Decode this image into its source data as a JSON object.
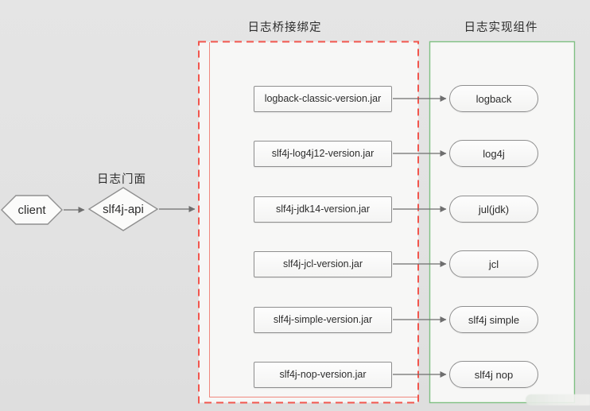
{
  "diagram": {
    "facade_label": "日志门面",
    "bridge_label": "日志桥接绑定",
    "impl_label": "日志实现组件",
    "client_label": "client",
    "api_label": "slf4j-api"
  },
  "rows": [
    {
      "jar": "logback-classic-version.jar",
      "impl": "logback"
    },
    {
      "jar": "slf4j-log4j12-version.jar",
      "impl": "log4j"
    },
    {
      "jar": "slf4j-jdk14-version.jar",
      "impl": "jul(jdk)"
    },
    {
      "jar": "slf4j-jcl-version.jar",
      "impl": "jcl"
    },
    {
      "jar": "slf4j-simple-version.jar",
      "impl": "slf4j simple"
    },
    {
      "jar": "slf4j-nop-version.jar",
      "impl": "slf4j nop"
    }
  ],
  "colors": {
    "background": "#e2e2e2",
    "panel_fill": "#f7f7f6",
    "bridge_dashed_border": "#f2564d",
    "bridge_inner_border": "#f0897f",
    "impl_border": "#7fc083",
    "shape_border": "#8f8f8f",
    "arrow": "#6e6e6e",
    "text": "#2d2d2d"
  }
}
